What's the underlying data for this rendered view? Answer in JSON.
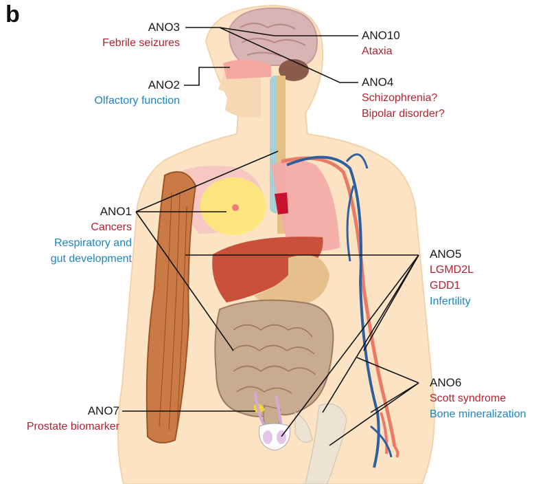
{
  "panel_label": "b",
  "annotations": {
    "ano3": {
      "gene": "ANO3",
      "notes": [
        {
          "text": "Febrile seizures",
          "color": "#b5202e"
        }
      ]
    },
    "ano10": {
      "gene": "ANO10",
      "notes": [
        {
          "text": "Ataxia",
          "color": "#b5202e"
        }
      ]
    },
    "ano2": {
      "gene": "ANO2",
      "notes": [
        {
          "text": "Olfactory function",
          "color": "#1c86c1"
        }
      ]
    },
    "ano4": {
      "gene": "ANO4",
      "notes": [
        {
          "text": "Schizophrenia?",
          "color": "#b5202e"
        },
        {
          "text": "Bipolar disorder?",
          "color": "#b5202e"
        }
      ]
    },
    "ano1": {
      "gene": "ANO1",
      "notes": [
        {
          "text": "Cancers",
          "color": "#b5202e"
        },
        {
          "text": "Respiratory and",
          "color": "#1c86c1"
        },
        {
          "text": "gut development",
          "color": "#1c86c1"
        }
      ]
    },
    "ano5": {
      "gene": "ANO5",
      "notes": [
        {
          "text": "LGMD2L",
          "color": "#b5202e"
        },
        {
          "text": "GDD1",
          "color": "#b5202e"
        },
        {
          "text": "Infertility",
          "color": "#1c86c1"
        }
      ]
    },
    "ano6": {
      "gene": "ANO6",
      "notes": [
        {
          "text": "Scott syndrome",
          "color": "#b5202e"
        },
        {
          "text": "Bone mineralization",
          "color": "#1c86c1"
        }
      ]
    },
    "ano7": {
      "gene": "ANO7",
      "notes": [
        {
          "text": "Prostate biomarker",
          "color": "#b5202e"
        }
      ]
    }
  },
  "colors": {
    "skin": "#fbe3c4",
    "muscle": "#c97a45",
    "brain": "#d9b4b4",
    "liver": "#c9503a",
    "intestine": "#c9ab90",
    "vein": "#2f5f9e",
    "artery": "#e97a66",
    "bone": "#ece3d3"
  }
}
